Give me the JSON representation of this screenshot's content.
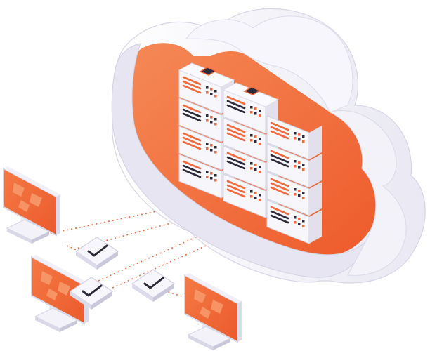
{
  "illustration": {
    "subject": "cloud-server-network",
    "colors": {
      "accent": "#f26a3d",
      "accent_dark": "#e4582c",
      "cloud_face": "#f2f1f8",
      "cloud_shadow": "#dcdbe9",
      "server_face": "#f6f6fb",
      "server_side": "#e1e0ec",
      "outline": "#2d2a3a"
    },
    "icons": [
      "cloud-icon",
      "server-rack-icon",
      "monitor-icon",
      "check-badge-icon",
      "connection-line-icon"
    ],
    "monitor_count": 3,
    "server_unit_count": 12,
    "check_badge_count": 3
  }
}
